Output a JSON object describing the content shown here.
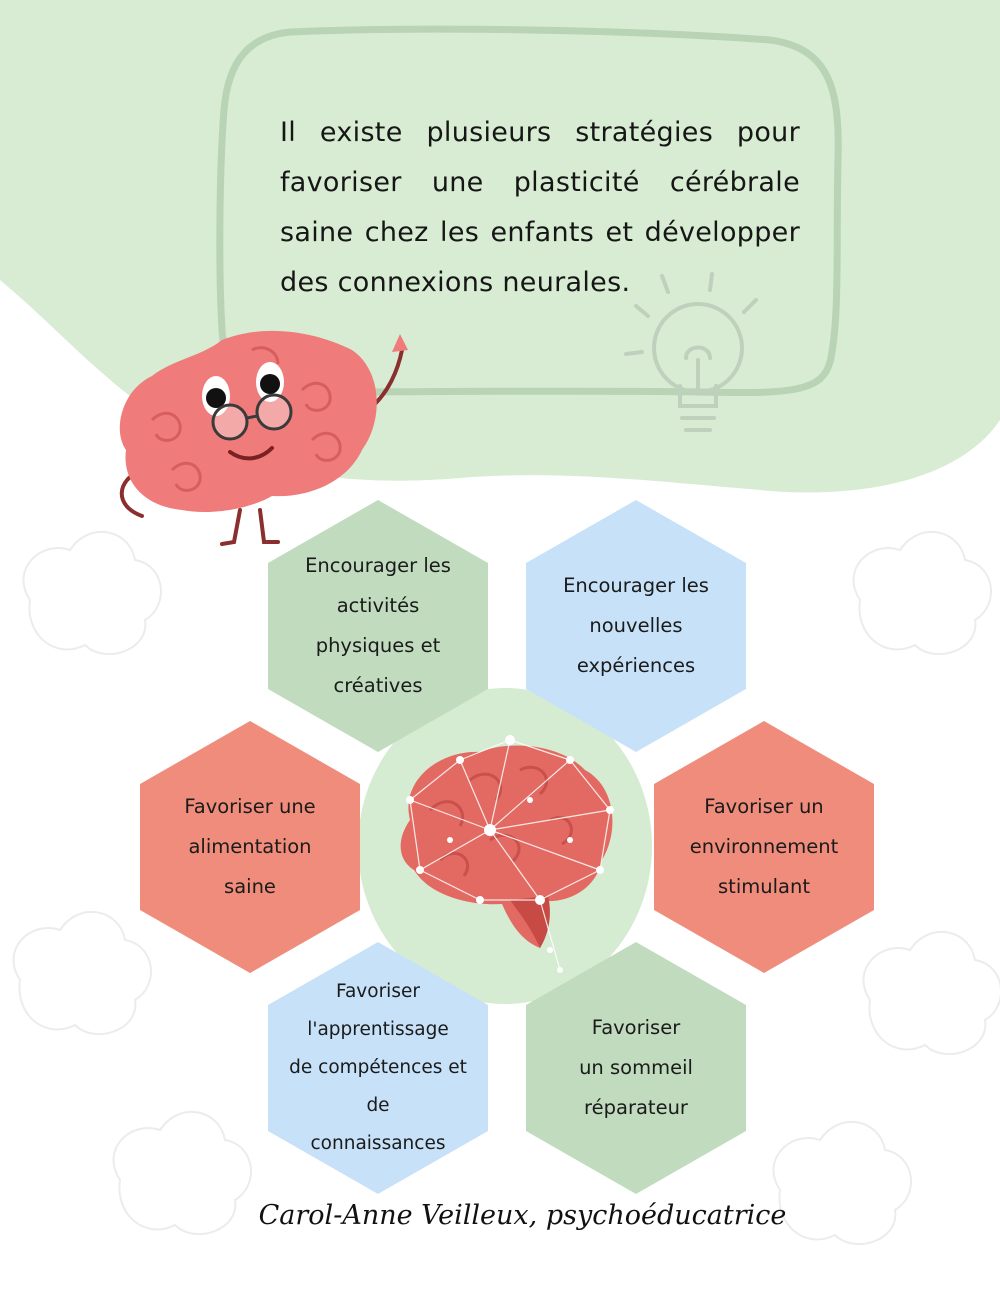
{
  "intro": {
    "text": "Il existe plusieurs stratégies pour favoriser une plasticité cérébrale saine chez les enfants et développer des connexions neurales."
  },
  "strategies": [
    {
      "label": "Encourager les\nactivités\nphysiques et\ncréatives",
      "color": "#c0dbbd"
    },
    {
      "label": "Encourager les\nnouvelles\nexpériences",
      "color": "#c7e1f8"
    },
    {
      "label": "Favoriser une\nalimentation\nsaine",
      "color": "#ef8c7b"
    },
    {
      "label": "Favoriser un\nenvironnement\nstimulant",
      "color": "#ef8c7b"
    },
    {
      "label": "Favoriser\nl'apprentissage\nde compétences et de\nconnaissances",
      "color": "#c7e1f8"
    },
    {
      "label": "Favoriser\nun sommeil\nréparateur",
      "color": "#c0dbbd"
    }
  ],
  "signature": "Carol-Anne Veilleux, psychoéducatrice",
  "colors": {
    "bubble": "#d7ecd3",
    "bubble_border": "#b9d3b5",
    "mascot": "#ef7b7b",
    "center": "#d5ecd2"
  }
}
